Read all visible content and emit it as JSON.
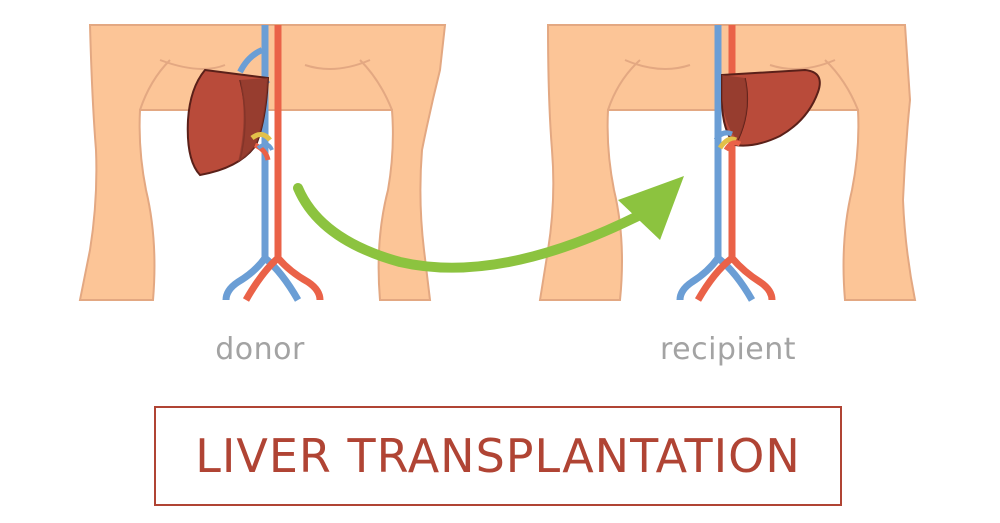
{
  "labels": {
    "donor": "donor",
    "recipient": "recipient"
  },
  "title": "LIVER TRANSPLANTATION",
  "colors": {
    "skin": "#fcc597",
    "skin_outline": "#e3a882",
    "liver": "#b94b3a",
    "liver_outline": "#5a2019",
    "artery": "#ea6248",
    "vein": "#6b9ed5",
    "bile_duct": "#e2c04a",
    "arrow": "#8cc33f",
    "title": "#b04434",
    "label_text": "#a3a3a3"
  },
  "icons": [
    "donor-torso",
    "recipient-torso",
    "donor-liver",
    "recipient-liver",
    "transfer-arrow"
  ]
}
